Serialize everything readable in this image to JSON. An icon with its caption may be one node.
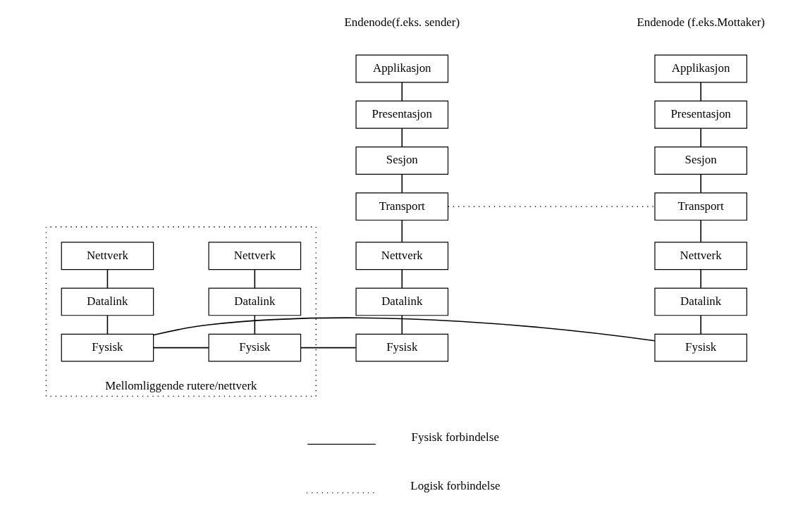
{
  "diagram": {
    "nodes": [
      {
        "text": [
          "Applikasjon"
        ]
      },
      {
        "text": [
          "Presentasjon"
        ]
      },
      {
        "text": [
          "Sesjon"
        ]
      },
      {
        "text": [
          "Transport"
        ]
      },
      {
        "text": [
          "Nettverk"
        ]
      },
      {
        "text": [
          "Datalink"
        ]
      },
      {
        "text": [
          "Fysisk"
        ]
      },
      {
        "text": [
          "Mellomliggende rutere/nettverk"
        ]
      },
      {
        "text": [
          "Nettverk"
        ],
        "in": 7
      },
      {
        "text": [
          "Datalink"
        ],
        "in": 7
      },
      {
        "text": [
          "Fysisk"
        ],
        "in": 7
      },
      {
        "text": [
          "Nettverk"
        ],
        "in": 7
      },
      {
        "text": [
          "Datalink"
        ],
        "in": 7
      },
      {
        "text": [
          "Fysisk"
        ],
        "in": 7
      },
      {
        "text": [
          "Applikasjon"
        ]
      },
      {
        "text": [
          "Presentasjon"
        ]
      },
      {
        "text": [
          "Sesjon"
        ]
      },
      {
        "text": [
          "Transport"
        ]
      },
      {
        "text": [
          "Nettverk"
        ]
      },
      {
        "text": [
          "Datalink"
        ]
      },
      {
        "text": [
          "Fysisk"
        ]
      }
    ],
    "edges": [
      {
        "from": 0,
        "to": 1,
        "arrow": "none"
      },
      {
        "from": 1,
        "to": 2,
        "arrow": "none"
      },
      {
        "from": 2,
        "to": 3,
        "arrow": "none"
      },
      {
        "from": 3,
        "to": 4,
        "arrow": "none"
      },
      {
        "from": 4,
        "to": 5,
        "arrow": "none"
      },
      {
        "from": 5,
        "to": 6,
        "arrow": "none"
      },
      {
        "from": 8,
        "to": 9,
        "arrow": "none"
      },
      {
        "from": 9,
        "to": 10,
        "arrow": "none"
      },
      {
        "from": 11,
        "to": 12,
        "arrow": "none"
      },
      {
        "from": 12,
        "to": 13,
        "arrow": "none"
      },
      {
        "from": 14,
        "to": 15,
        "arrow": "none"
      },
      {
        "from": 15,
        "to": 16,
        "arrow": "none"
      },
      {
        "from": 16,
        "to": 17,
        "arrow": "none"
      },
      {
        "from": 17,
        "to": 18,
        "arrow": "none"
      },
      {
        "from": 18,
        "to": 19,
        "arrow": "none"
      },
      {
        "from": 19,
        "to": 20,
        "arrow": "none"
      },
      {
        "from": 3,
        "to": 17,
        "arrow": "none",
        "style": "dashed"
      },
      {
        "from": 6,
        "to": 10,
        "arrow": "none"
      },
      {
        "from": 10,
        "to": 13,
        "arrow": "none"
      },
      {
        "from": 13,
        "to": 20,
        "arrow": "none"
      }
    ],
    "labels": [
      "Endenode(f.eks. sender)",
      "Endenode (f.eks.Mottaker)"
    ],
    "legend": [
      {
        "text": "Fysisk forbindelse"
      },
      {
        "text": "Logisk forbindelse"
      }
    ]
  }
}
